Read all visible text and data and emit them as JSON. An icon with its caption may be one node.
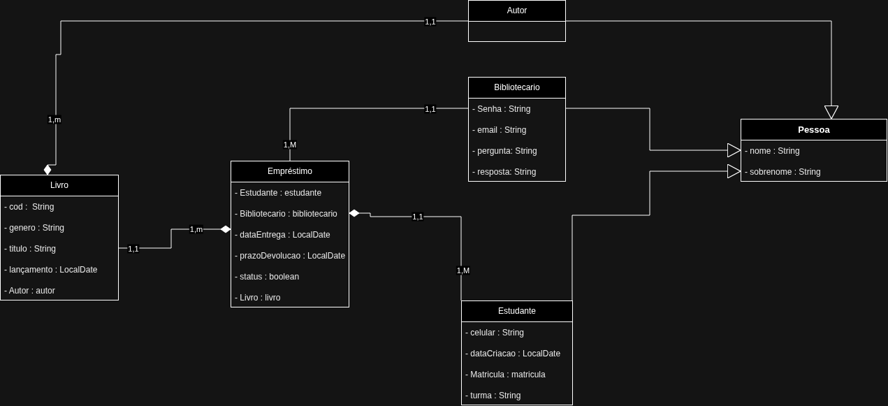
{
  "diagram": {
    "nodes": [
      {
        "text": [
          "Autor"
        ]
      },
      {
        "text": [
          "Bibliotecario",
          "- Senha : String",
          "- email : String",
          "- pergunta: String",
          "- resposta: String"
        ]
      },
      {
        "text": [
          "Pessoa",
          "- nome : String",
          "- sobrenome : String"
        ]
      },
      {
        "text": [
          "Empréstimo",
          "- Estudante : estudante",
          "- Bibliotecario : bibliotecario",
          "- dataEntrega : LocalDate",
          "- prazoDevolucao : LocalDate",
          "- status : boolean",
          "- Livro : livro"
        ]
      },
      {
        "text": [
          "Livro",
          "- cod :  String",
          "- genero : String",
          "- titulo : String",
          "- lançamento : LocalDate",
          "- Autor : autor"
        ]
      },
      {
        "text": [
          "Estudante",
          "- celular : String",
          "- dataCriacao : LocalDate",
          "- Matricula : matricula",
          "- turma : String"
        ]
      }
    ],
    "edges": [
      {
        "from": 0,
        "to": 2,
        "arrow": "to"
      },
      {
        "from": 0,
        "to": 4,
        "arrow": "other",
        "label": "1,m"
      },
      {
        "from": 1,
        "to": 3,
        "arrow": "none",
        "label": "1,1"
      },
      {
        "from": 1,
        "to": 2,
        "arrow": "to"
      },
      {
        "from": 4,
        "to": 3,
        "arrow": "other",
        "label": "1,m"
      },
      {
        "from": 5,
        "to": 3,
        "arrow": "other",
        "label": "1,1"
      },
      {
        "from": 5,
        "to": 2,
        "arrow": "to"
      }
    ],
    "labels": [
      "1,1",
      "1,M",
      "1,1",
      "1,M"
    ]
  }
}
